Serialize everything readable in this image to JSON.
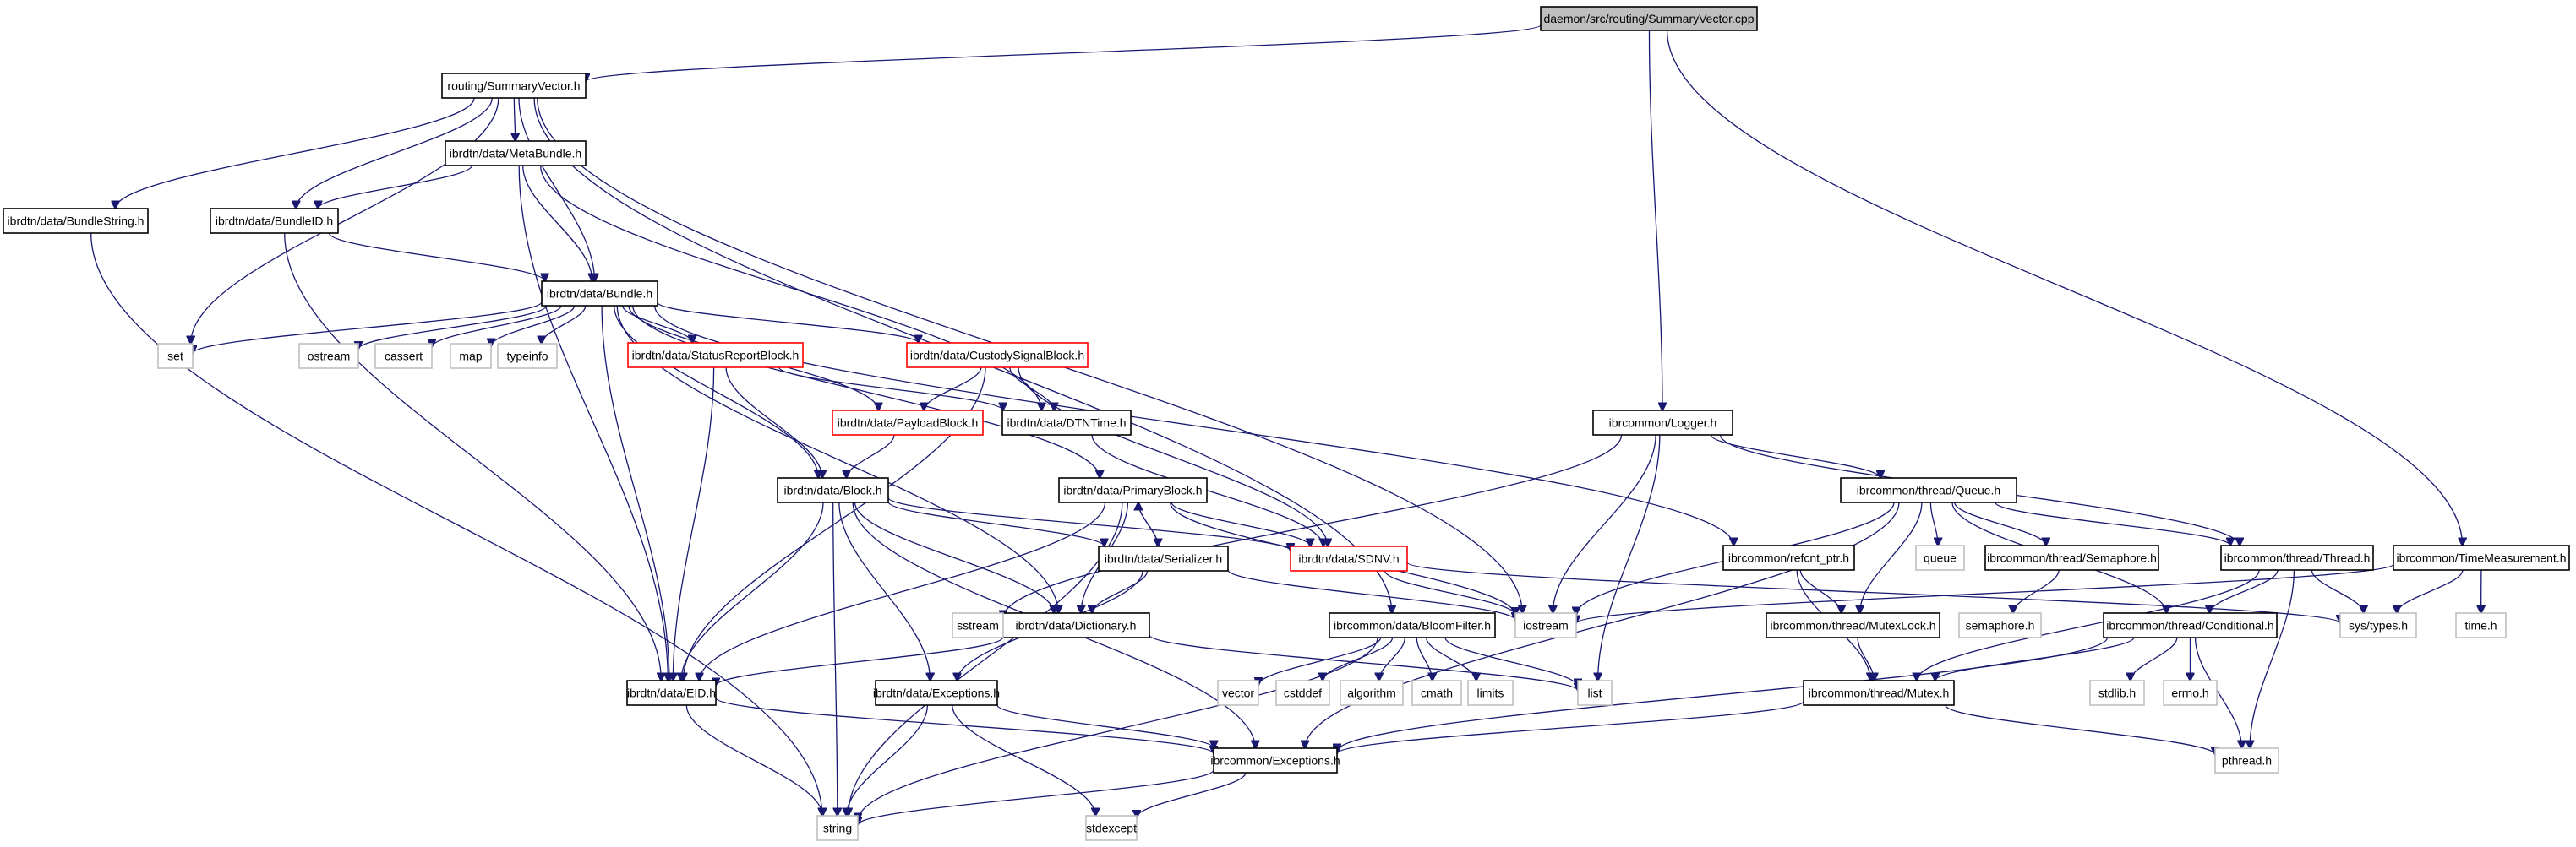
{
  "title": "daemon/src/routing/SummaryVector.cpp",
  "colors": {
    "edge": "#191970",
    "root_fill": "#bfbfbf",
    "documented_border": "#000000",
    "truncated_border": "#ff0000",
    "external_border": "#bfbfbf"
  },
  "nodes": [
    {
      "id": "cpp",
      "label": "daemon/src/routing/SummaryVector.cpp",
      "kind": "root"
    },
    {
      "id": "sv",
      "label": "routing/SummaryVector.h",
      "kind": "doc"
    },
    {
      "id": "metabundle",
      "label": "ibrdtn/data/MetaBundle.h",
      "kind": "doc"
    },
    {
      "id": "bundlestring",
      "label": "ibrdtn/data/BundleString.h",
      "kind": "doc"
    },
    {
      "id": "bundleid",
      "label": "ibrdtn/data/BundleID.h",
      "kind": "doc"
    },
    {
      "id": "bundle",
      "label": "ibrdtn/data/Bundle.h",
      "kind": "doc"
    },
    {
      "id": "set",
      "label": "set",
      "kind": "sys"
    },
    {
      "id": "ostream",
      "label": "ostream",
      "kind": "sys"
    },
    {
      "id": "cassert",
      "label": "cassert",
      "kind": "sys"
    },
    {
      "id": "map",
      "label": "map",
      "kind": "sys"
    },
    {
      "id": "typeinfo",
      "label": "typeinfo",
      "kind": "sys"
    },
    {
      "id": "statusreport",
      "label": "ibrdtn/data/StatusReportBlock.h",
      "kind": "red"
    },
    {
      "id": "custody",
      "label": "ibrdtn/data/CustodySignalBlock.h",
      "kind": "red"
    },
    {
      "id": "payload",
      "label": "ibrdtn/data/PayloadBlock.h",
      "kind": "red"
    },
    {
      "id": "dtntime",
      "label": "ibrdtn/data/DTNTime.h",
      "kind": "doc"
    },
    {
      "id": "block",
      "label": "ibrdtn/data/Block.h",
      "kind": "doc"
    },
    {
      "id": "primary",
      "label": "ibrdtn/data/PrimaryBlock.h",
      "kind": "doc"
    },
    {
      "id": "serializer",
      "label": "ibrdtn/data/Serializer.h",
      "kind": "doc"
    },
    {
      "id": "sdnv",
      "label": "ibrdtn/data/SDNV.h",
      "kind": "red"
    },
    {
      "id": "dictionary",
      "label": "ibrdtn/data/Dictionary.h",
      "kind": "doc"
    },
    {
      "id": "eid",
      "label": "ibrdtn/data/EID.h",
      "kind": "doc"
    },
    {
      "id": "dtnexceptions",
      "label": "ibrdtn/data/Exceptions.h",
      "kind": "doc"
    },
    {
      "id": "sstream",
      "label": "sstream",
      "kind": "sys"
    },
    {
      "id": "bloom",
      "label": "ibrcommon/data/BloomFilter.h",
      "kind": "doc"
    },
    {
      "id": "iostream",
      "label": "iostream",
      "kind": "sys"
    },
    {
      "id": "vector",
      "label": "vector",
      "kind": "sys"
    },
    {
      "id": "cstddef",
      "label": "cstddef",
      "kind": "sys"
    },
    {
      "id": "algorithm",
      "label": "algorithm",
      "kind": "sys"
    },
    {
      "id": "cmath",
      "label": "cmath",
      "kind": "sys"
    },
    {
      "id": "limits",
      "label": "limits",
      "kind": "sys"
    },
    {
      "id": "list",
      "label": "list",
      "kind": "sys"
    },
    {
      "id": "commonexceptions",
      "label": "ibrcommon/Exceptions.h",
      "kind": "doc"
    },
    {
      "id": "string",
      "label": "string",
      "kind": "sys"
    },
    {
      "id": "stdexcept",
      "label": "stdexcept",
      "kind": "sys"
    },
    {
      "id": "logger",
      "label": "ibrcommon/Logger.h",
      "kind": "doc"
    },
    {
      "id": "queue_h",
      "label": "ibrcommon/thread/Queue.h",
      "kind": "doc"
    },
    {
      "id": "refcnt",
      "label": "ibrcommon/refcnt_ptr.h",
      "kind": "doc"
    },
    {
      "id": "queue",
      "label": "queue",
      "kind": "sys"
    },
    {
      "id": "semaphore_h",
      "label": "ibrcommon/thread/Semaphore.h",
      "kind": "doc"
    },
    {
      "id": "thread",
      "label": "ibrcommon/thread/Thread.h",
      "kind": "doc"
    },
    {
      "id": "timemeas",
      "label": "ibrcommon/TimeMeasurement.h",
      "kind": "doc"
    },
    {
      "id": "mutexlock",
      "label": "ibrcommon/thread/MutexLock.h",
      "kind": "doc"
    },
    {
      "id": "semaphore",
      "label": "semaphore.h",
      "kind": "sys"
    },
    {
      "id": "conditional",
      "label": "ibrcommon/thread/Conditional.h",
      "kind": "doc"
    },
    {
      "id": "systypes",
      "label": "sys/types.h",
      "kind": "sys"
    },
    {
      "id": "time",
      "label": "time.h",
      "kind": "sys"
    },
    {
      "id": "mutex",
      "label": "ibrcommon/thread/Mutex.h",
      "kind": "doc"
    },
    {
      "id": "stdlib",
      "label": "stdlib.h",
      "kind": "sys"
    },
    {
      "id": "errno",
      "label": "errno.h",
      "kind": "sys"
    },
    {
      "id": "pthread",
      "label": "pthread.h",
      "kind": "sys"
    }
  ],
  "edges": [
    [
      "cpp",
      "sv"
    ],
    [
      "cpp",
      "logger"
    ],
    [
      "cpp",
      "timemeas"
    ],
    [
      "sv",
      "metabundle"
    ],
    [
      "sv",
      "bundlestring"
    ],
    [
      "sv",
      "bundleid"
    ],
    [
      "sv",
      "set"
    ],
    [
      "sv",
      "bloom"
    ],
    [
      "sv",
      "iostream"
    ],
    [
      "sv",
      "bundle"
    ],
    [
      "metabundle",
      "bundleid"
    ],
    [
      "metabundle",
      "bundle"
    ],
    [
      "metabundle",
      "eid"
    ],
    [
      "metabundle",
      "dtntime"
    ],
    [
      "bundlestring",
      "string"
    ],
    [
      "bundleid",
      "bundle"
    ],
    [
      "bundleid",
      "eid"
    ],
    [
      "bundle",
      "set"
    ],
    [
      "bundle",
      "ostream"
    ],
    [
      "bundle",
      "cassert"
    ],
    [
      "bundle",
      "map"
    ],
    [
      "bundle",
      "typeinfo"
    ],
    [
      "bundle",
      "statusreport"
    ],
    [
      "bundle",
      "custody"
    ],
    [
      "bundle",
      "payload"
    ],
    [
      "bundle",
      "block"
    ],
    [
      "bundle",
      "primary"
    ],
    [
      "bundle",
      "eid"
    ],
    [
      "bundle",
      "dictionary"
    ],
    [
      "bundle",
      "refcnt"
    ],
    [
      "statusreport",
      "dtntime"
    ],
    [
      "statusreport",
      "block"
    ],
    [
      "statusreport",
      "eid"
    ],
    [
      "custody",
      "payload"
    ],
    [
      "custody",
      "dtntime"
    ],
    [
      "custody",
      "sdnv"
    ],
    [
      "custody",
      "eid"
    ],
    [
      "payload",
      "block"
    ],
    [
      "dtntime",
      "sdnv"
    ],
    [
      "block",
      "eid"
    ],
    [
      "block",
      "dictionary"
    ],
    [
      "block",
      "serializer"
    ],
    [
      "block",
      "sdnv"
    ],
    [
      "block",
      "dtnexceptions"
    ],
    [
      "block",
      "commonexceptions"
    ],
    [
      "block",
      "string"
    ],
    [
      "primary",
      "eid"
    ],
    [
      "primary",
      "dictionary"
    ],
    [
      "primary",
      "serializer"
    ],
    [
      "primary",
      "sdnv"
    ],
    [
      "primary",
      "iostream"
    ],
    [
      "primary",
      "string"
    ],
    [
      "serializer",
      "primary"
    ],
    [
      "serializer",
      "dictionary"
    ],
    [
      "serializer",
      "iostream"
    ],
    [
      "serializer",
      "dtnexceptions"
    ],
    [
      "sdnv",
      "iostream"
    ],
    [
      "sdnv",
      "systypes"
    ],
    [
      "dictionary",
      "eid"
    ],
    [
      "dictionary",
      "sstream"
    ],
    [
      "dictionary",
      "list"
    ],
    [
      "eid",
      "string"
    ],
    [
      "eid",
      "commonexceptions"
    ],
    [
      "dtnexceptions",
      "string"
    ],
    [
      "dtnexceptions",
      "stdexcept"
    ],
    [
      "dtnexceptions",
      "commonexceptions"
    ],
    [
      "bloom",
      "vector"
    ],
    [
      "bloom",
      "cstddef"
    ],
    [
      "bloom",
      "algorithm"
    ],
    [
      "bloom",
      "cmath"
    ],
    [
      "bloom",
      "limits"
    ],
    [
      "bloom",
      "list"
    ],
    [
      "bloom",
      "string"
    ],
    [
      "commonexceptions",
      "string"
    ],
    [
      "commonexceptions",
      "stdexcept"
    ],
    [
      "logger",
      "queue_h"
    ],
    [
      "logger",
      "thread"
    ],
    [
      "logger",
      "iostream"
    ],
    [
      "logger",
      "sstream"
    ],
    [
      "logger",
      "list"
    ],
    [
      "queue_h",
      "queue"
    ],
    [
      "queue_h",
      "semaphore_h"
    ],
    [
      "queue_h",
      "thread"
    ],
    [
      "queue_h",
      "mutexlock"
    ],
    [
      "queue_h",
      "conditional"
    ],
    [
      "queue_h",
      "iostream"
    ],
    [
      "queue_h",
      "commonexceptions"
    ],
    [
      "refcnt",
      "mutexlock"
    ],
    [
      "refcnt",
      "mutex"
    ],
    [
      "semaphore_h",
      "semaphore"
    ],
    [
      "thread",
      "conditional"
    ],
    [
      "thread",
      "mutex"
    ],
    [
      "thread",
      "systypes"
    ],
    [
      "thread",
      "pthread"
    ],
    [
      "timemeas",
      "systypes"
    ],
    [
      "timemeas",
      "time"
    ],
    [
      "timemeas",
      "iostream"
    ],
    [
      "mutexlock",
      "mutex"
    ],
    [
      "conditional",
      "mutex"
    ],
    [
      "conditional",
      "stdlib"
    ],
    [
      "conditional",
      "errno"
    ],
    [
      "conditional",
      "pthread"
    ],
    [
      "conditional",
      "commonexceptions"
    ],
    [
      "mutex",
      "commonexceptions"
    ],
    [
      "mutex",
      "pthread"
    ]
  ]
}
